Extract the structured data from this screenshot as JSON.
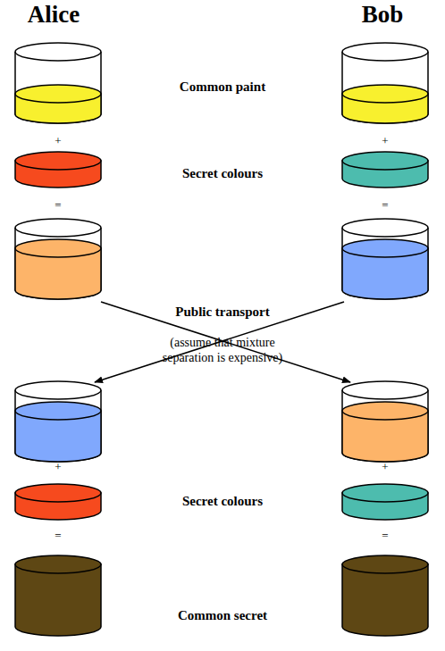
{
  "diagram": {
    "labels": [
      "Alice",
      "Bob",
      "Common paint",
      "+",
      "+",
      "Secret colours",
      "=",
      "=",
      "Public transport",
      "(assume that mixture separation is expensive)",
      "+",
      "+",
      "Secret colours",
      "=",
      "=",
      "Common secret"
    ]
  }
}
